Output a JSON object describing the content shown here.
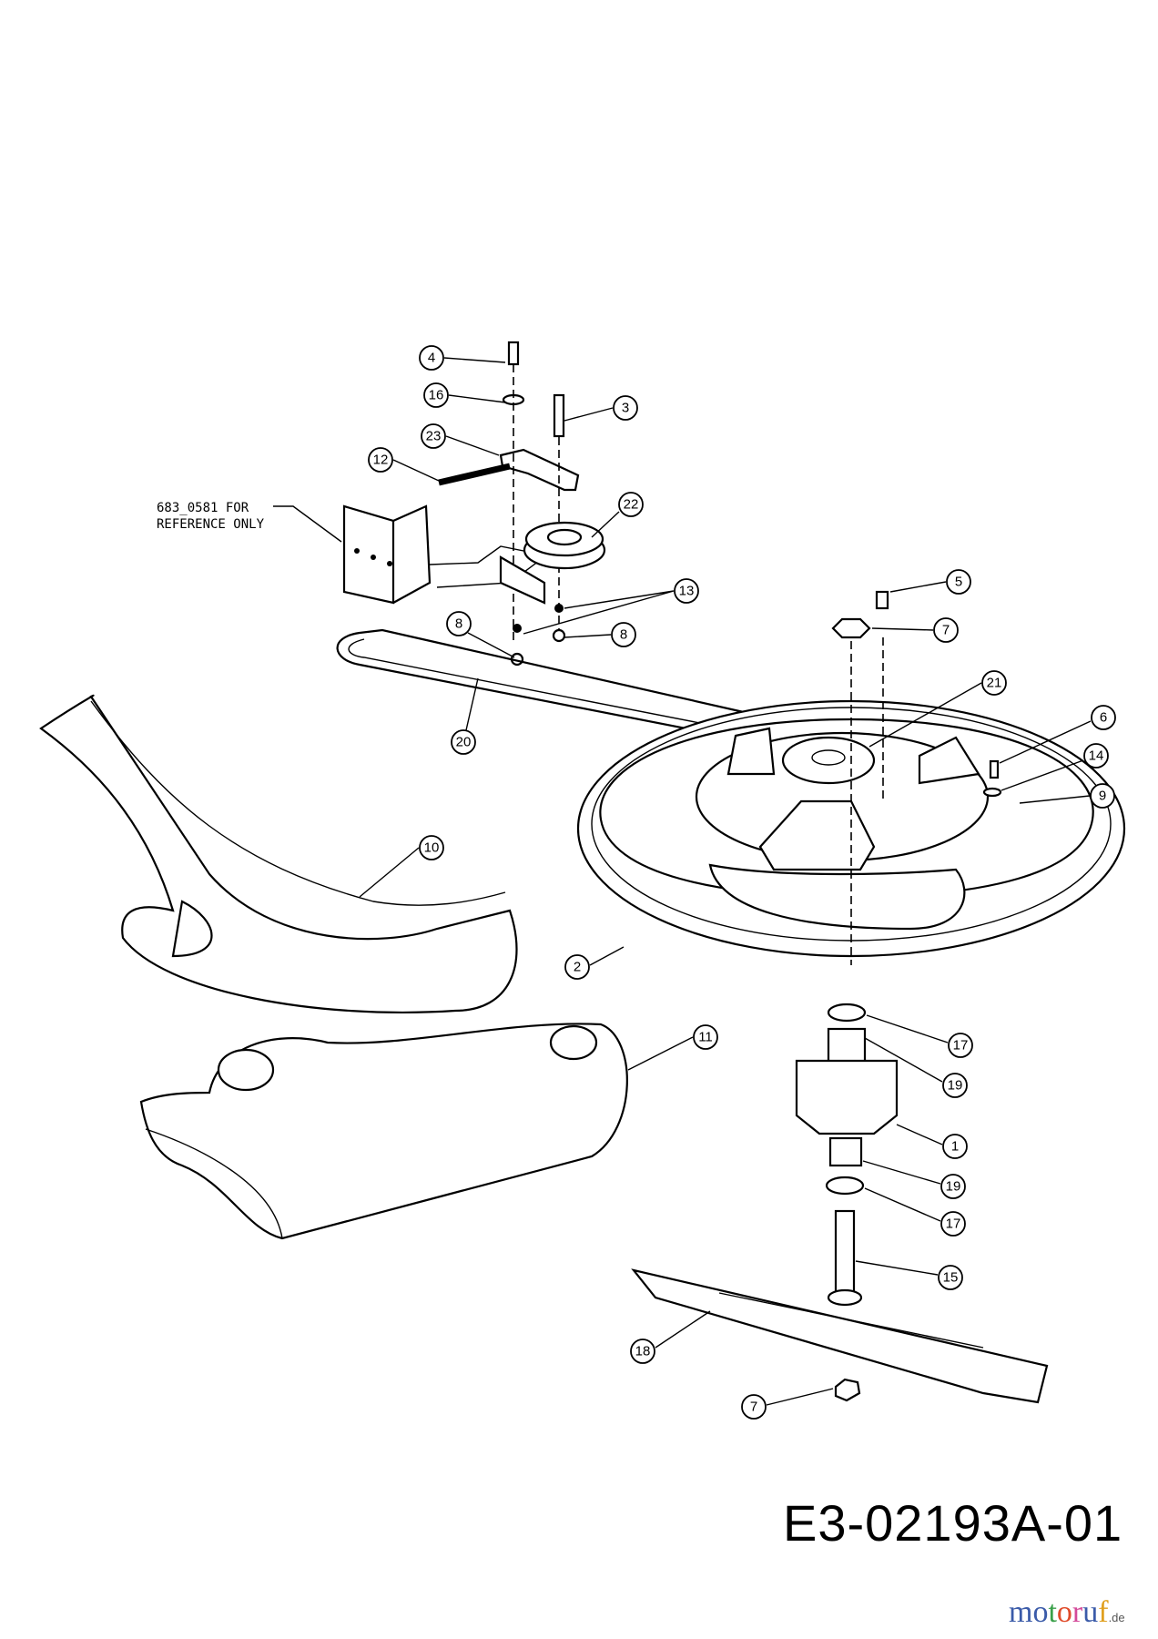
{
  "diagram": {
    "drawing_number": "E3-02193A-01",
    "reference_note": [
      "683_0581 FOR",
      "REFERENCE ONLY"
    ],
    "callouts": [
      "4",
      "16",
      "3",
      "23",
      "12",
      "22",
      "13",
      "8",
      "8",
      "20",
      "5",
      "7",
      "21",
      "6",
      "14",
      "9",
      "10",
      "2",
      "11",
      "17",
      "19",
      "1",
      "19",
      "17",
      "15",
      "18",
      "7"
    ]
  },
  "watermark": {
    "letters": [
      "m",
      "o",
      "t",
      "o",
      "r",
      "u",
      "f"
    ],
    "suffix": ".de",
    "colors": [
      "#3b5ba9",
      "#3b5ba9",
      "#3aa04a",
      "#e04b2a",
      "#d44a9a",
      "#3b5ba9",
      "#e0a020"
    ]
  }
}
